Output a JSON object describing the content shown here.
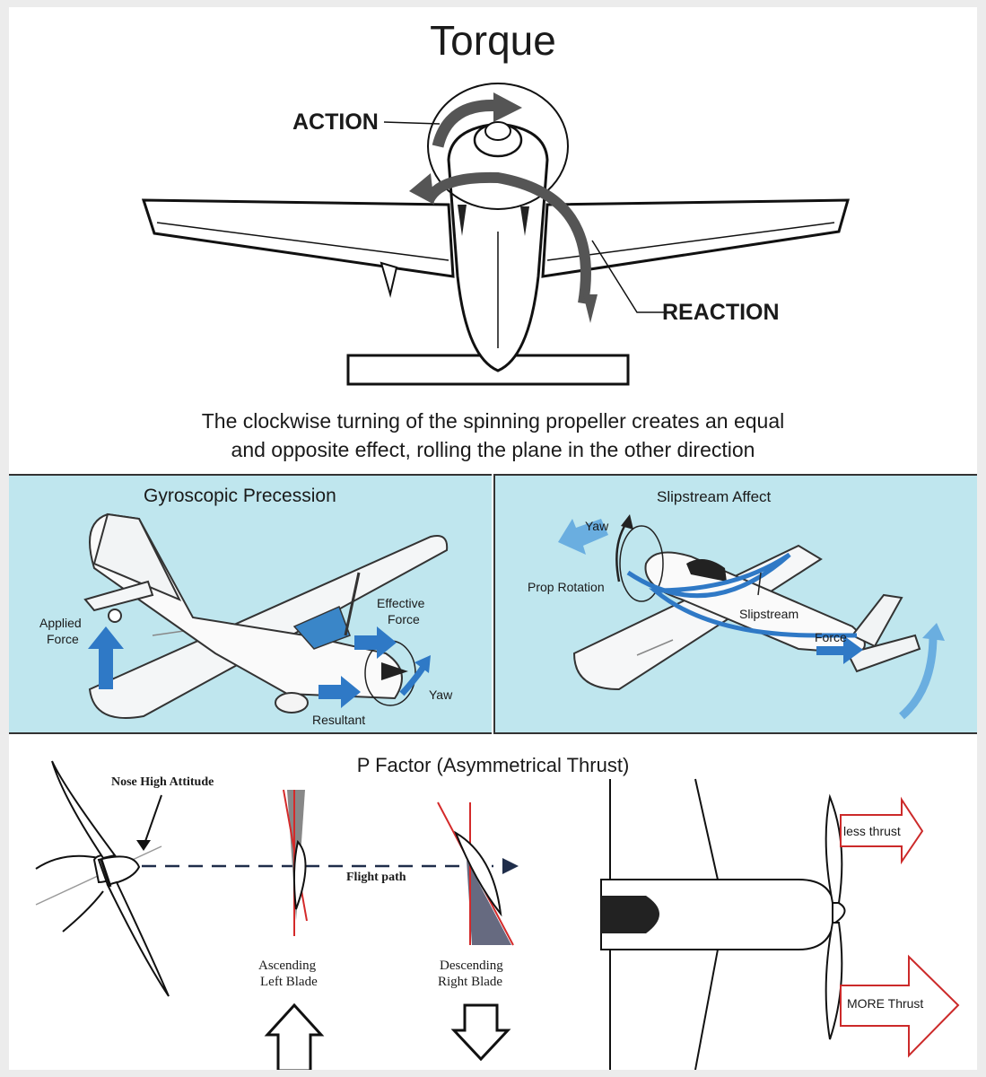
{
  "torque": {
    "title": "Torque",
    "action_label": "ACTION",
    "reaction_label": "REACTION",
    "caption_line1": "The clockwise turning of the spinning propeller creates an equal",
    "caption_line2": "and opposite effect, rolling the plane in the other direction"
  },
  "gyroscopic": {
    "title": "Gyroscopic Precession",
    "applied_force_line1": "Applied",
    "applied_force_line2": "Force",
    "effective_force_line1": "Effective",
    "effective_force_line2": "Force",
    "yaw_label": "Yaw",
    "resultant_label": "Resultant"
  },
  "slipstream": {
    "title": "Slipstream Affect",
    "yaw_label": "Yaw",
    "prop_rotation_label": "Prop Rotation",
    "slipstream_label": "Slipstream",
    "force_label": "Force"
  },
  "p_factor": {
    "title": "P Factor (Asymmetrical Thrust)",
    "nose_high_label": "Nose High Attitude",
    "flight_path_label": "Flight path",
    "ascending_line1": "Ascending",
    "ascending_line2": "Left Blade",
    "descending_line1": "Descending",
    "descending_line2": "Right Blade",
    "less_thrust_label": "less thrust",
    "more_thrust_label": "MORE Thrust"
  },
  "colors": {
    "panel_blue": "#bfe6ee",
    "arrow_blue": "#2f79c6",
    "thrust_red": "#cc2a2a",
    "gray_arrow": "#6a6a6a"
  }
}
